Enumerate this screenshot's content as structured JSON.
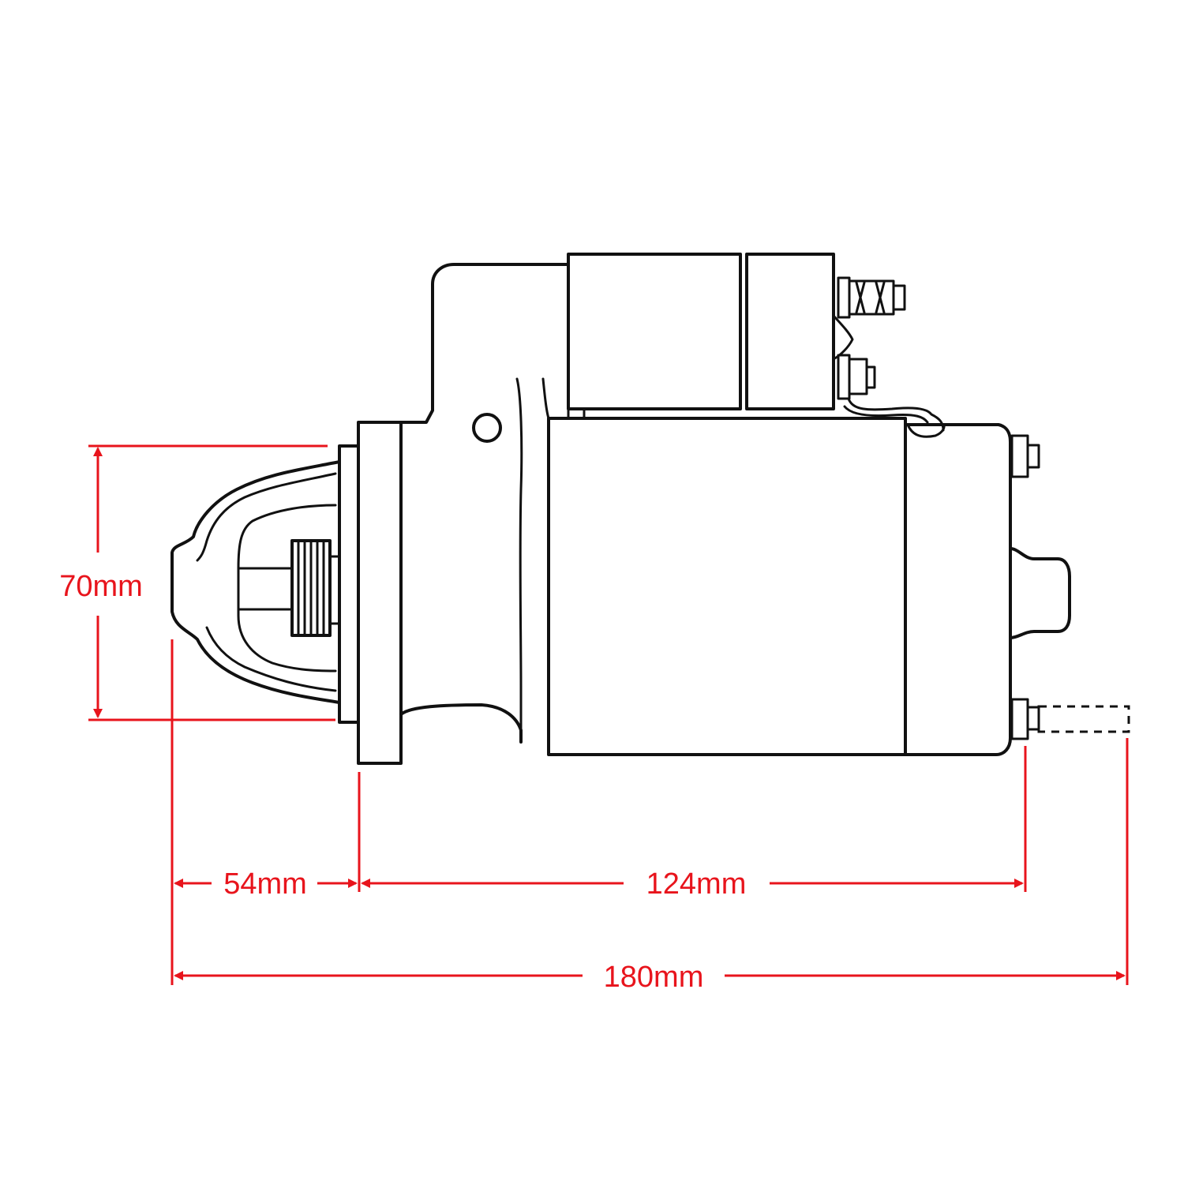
{
  "dimensions": {
    "height": {
      "label": "70mm"
    },
    "pinion_length": {
      "label": "54mm"
    },
    "body_length": {
      "label": "124mm"
    },
    "overall_length": {
      "label": "180mm"
    }
  },
  "colors": {
    "dimension": "#e8141c",
    "outline": "#111111",
    "background": "#ffffff"
  }
}
